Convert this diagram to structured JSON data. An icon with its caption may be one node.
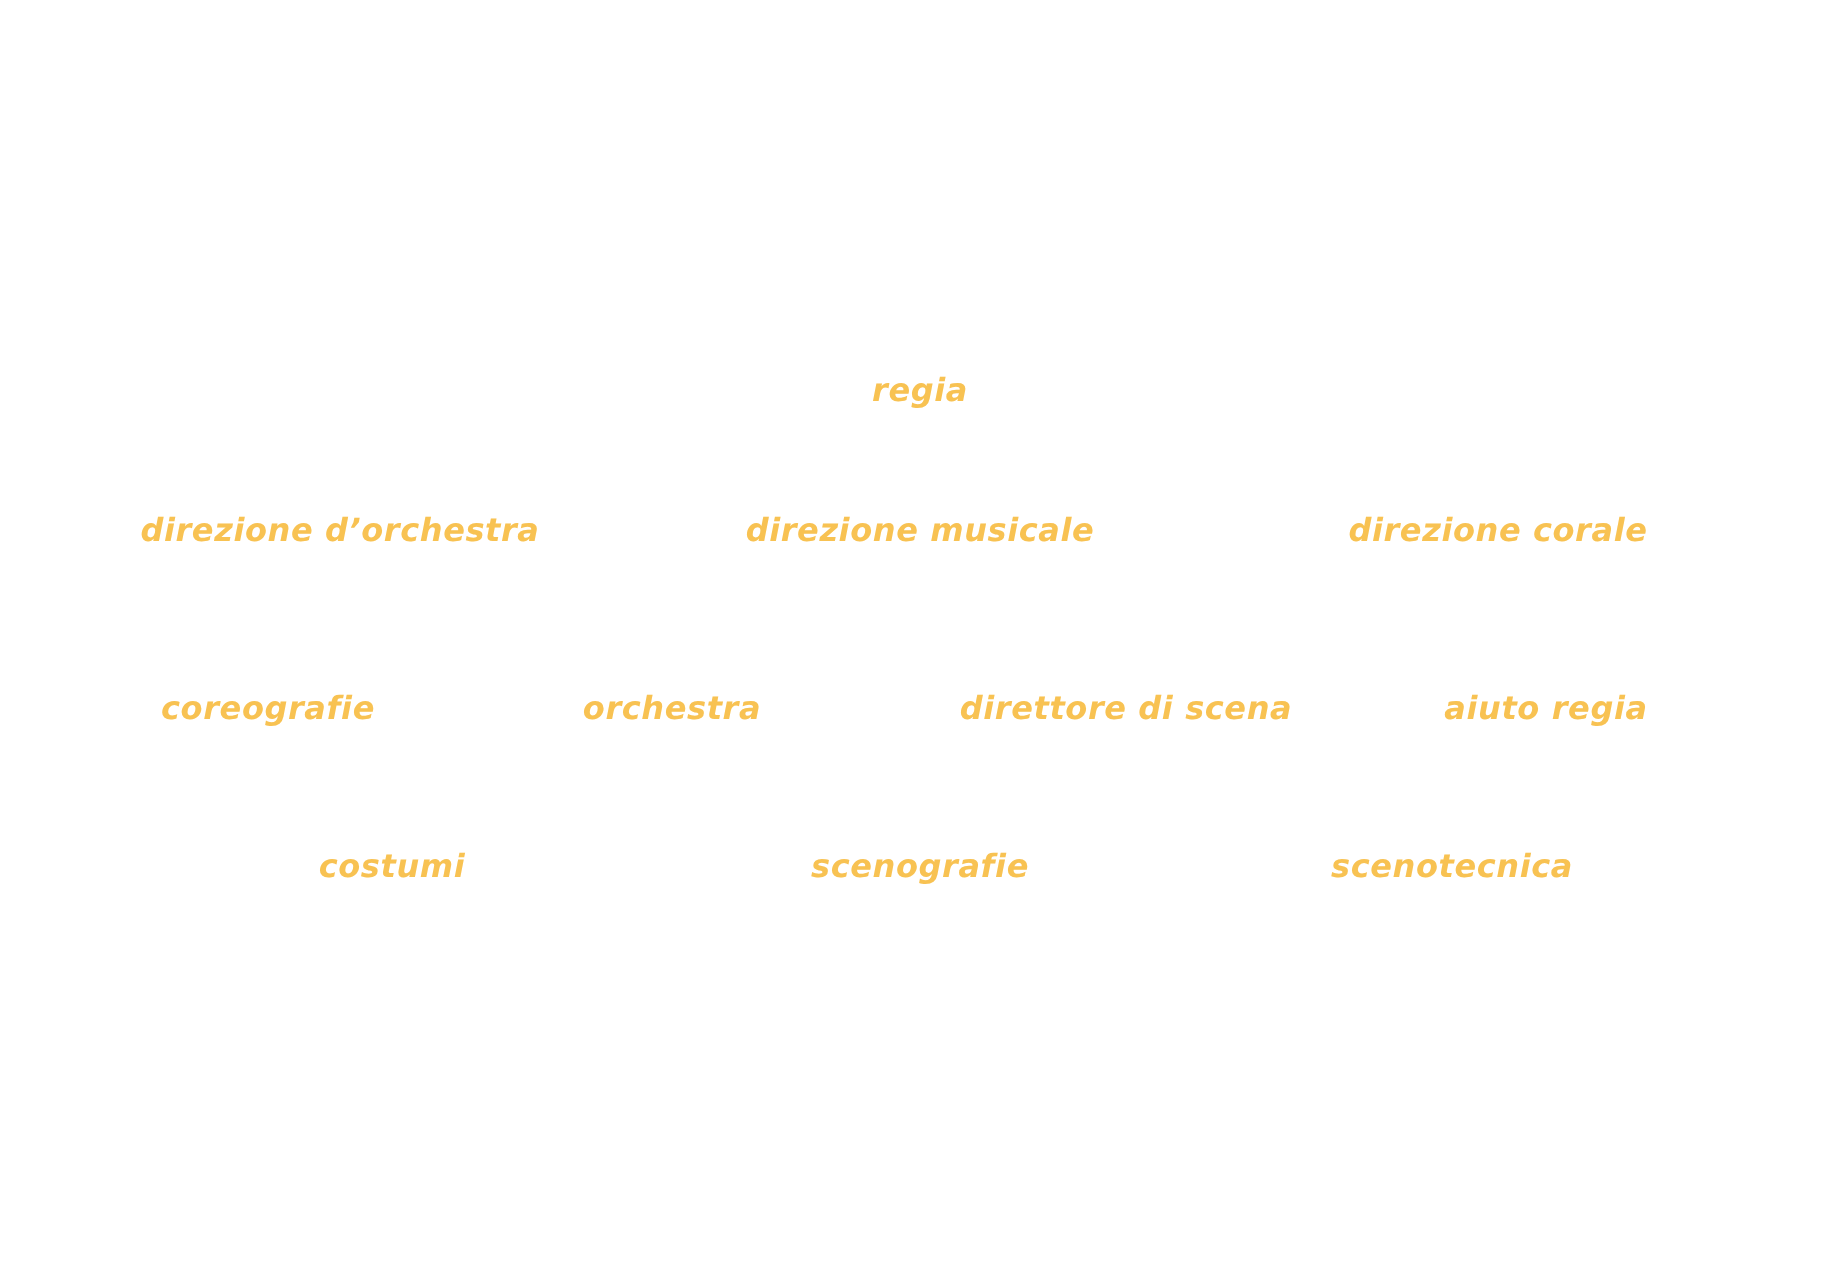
{
  "diagram": {
    "labels": [
      "regia",
      "direzione d’orchestra",
      "direzione musicale",
      "direzione corale",
      "coreografie",
      "orchestra",
      "direttore di scena",
      "aiuto regia",
      "costumi",
      "scenografie",
      "scenotecnica"
    ]
  }
}
